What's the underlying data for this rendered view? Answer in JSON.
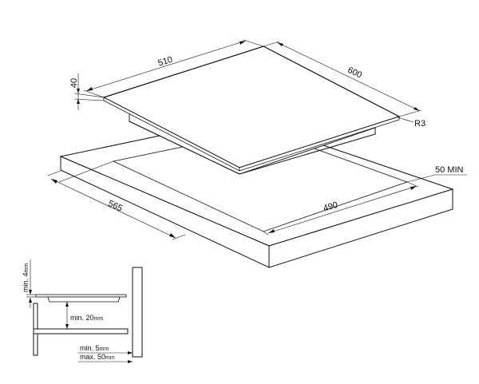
{
  "dimensions": {
    "width_top": "510",
    "depth_top": "600",
    "thickness": "40",
    "radius": "R3",
    "cutout_width": "565",
    "cutout_depth": "490",
    "clearance": "50 MIN"
  },
  "detail": {
    "min_4": "min. 4",
    "min_20": "min. 20",
    "min_5": "min. 5",
    "max_50": "max. 50",
    "unit": "mm"
  }
}
